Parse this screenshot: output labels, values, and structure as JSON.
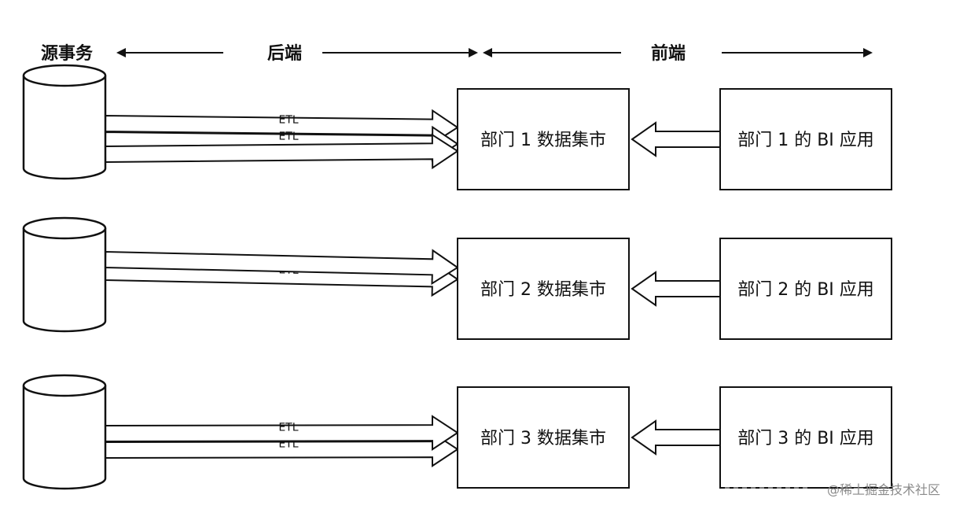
{
  "header": {
    "source_label": "源事务",
    "backend_label": "后端",
    "frontend_label": "前端"
  },
  "sources": [
    {
      "id": "source-1"
    },
    {
      "id": "source-2"
    },
    {
      "id": "source-3"
    }
  ],
  "marts": [
    {
      "label": "部门 1 数据集市"
    },
    {
      "label": "部门 2 数据集市"
    },
    {
      "label": "部门 3 数据集市"
    }
  ],
  "bi_apps": [
    {
      "label": "部门 1 的 BI 应用"
    },
    {
      "label": "部门 2 的 BI 应用"
    },
    {
      "label": "部门 3 的 BI 应用"
    }
  ],
  "etl_flows": [
    {
      "from": 0,
      "to": 0,
      "label": "ETL"
    },
    {
      "from": 0,
      "to": 1,
      "label": "ETL"
    },
    {
      "from": 0,
      "to": 2,
      "label": ""
    },
    {
      "from": 1,
      "to": 0,
      "label": ""
    },
    {
      "from": 1,
      "to": 1,
      "label": "ETL"
    },
    {
      "from": 2,
      "to": 1,
      "label": "ETL"
    },
    {
      "from": 2,
      "to": 2,
      "label": "ETL"
    }
  ],
  "watermark": "@稀土掘金技术社区",
  "colors": {
    "stroke": "#111111",
    "fill": "#ffffff"
  }
}
